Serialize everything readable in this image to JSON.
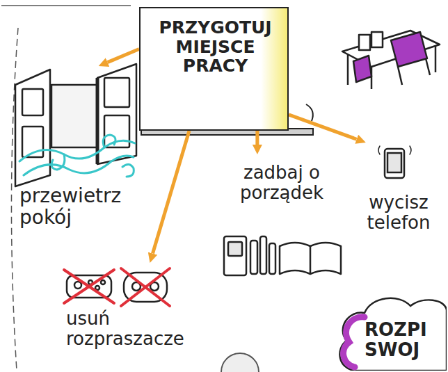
{
  "diagram": {
    "nodes": [
      {
        "text": [
          "PRZYGOTUJ MIEJSCE PRACY"
        ]
      },
      {
        "text": [
          "przewietrz pokój"
        ]
      },
      {
        "text": [
          "usuń rozpraszacze"
        ]
      },
      {
        "text": [
          "zadbaj o porządek"
        ]
      },
      {
        "text": [
          "wycisz telefon"
        ]
      },
      {
        "text": [
          "ROZPI SWOJ"
        ]
      }
    ],
    "edges": [
      {
        "from": 0,
        "to": 1,
        "arrow": "to"
      },
      {
        "from": 0,
        "to": 2,
        "arrow": "to"
      },
      {
        "from": 0,
        "to": 3,
        "arrow": "to"
      },
      {
        "from": 0,
        "to": 4,
        "arrow": "to"
      }
    ]
  }
}
